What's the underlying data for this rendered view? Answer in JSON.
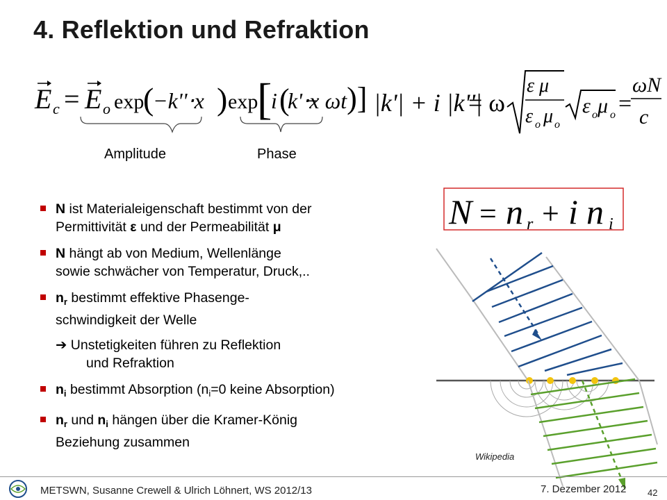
{
  "slide": {
    "title": "4. Reflektion und Refraktion"
  },
  "equations": {
    "field_lhs_E": "E",
    "field_lhs_sub": "c",
    "field_eq": "=",
    "field_E0": "E",
    "field_E0_sub": "o",
    "exp1": "exp",
    "exp1_arg": "−k''⋅x",
    "exp2": "exp",
    "exp2_arg_i": "i",
    "exp2_arg_k": "k'⋅x",
    "exp2_arg_rest": "− ωt",
    "label_amplitude": "Amplitude",
    "label_phase": "Phase",
    "disp_lhs": "|k'| + i |k''|",
    "disp_eq1": "= ω",
    "disp_frac_num": "ε μ",
    "disp_frac_den_eps": "ε",
    "disp_frac_den_mu": "μ",
    "disp_sub_o": "o",
    "disp_sqrt2": "ε",
    "disp_sqrt2_mu": "μ",
    "disp_eq2": "=",
    "disp_rhs_num": "ωN",
    "disp_rhs_den": "c",
    "boxed_N": "N",
    "boxed_eq": "=",
    "boxed_n": "n",
    "boxed_r": "r",
    "boxed_plus": "+",
    "boxed_i": "i",
    "boxed_n2": "n",
    "boxed_i_sub": "i"
  },
  "bullets": {
    "b1_bold": "N",
    "b1_text_a": " ist Materialeigenschaft bestimmt von der",
    "b1_text_b": "Permittivität ",
    "b1_eps": "ε",
    "b1_text_c": " und der Permeabilität ",
    "b1_mu": "μ",
    "b2_bold": "N",
    "b2_text_a": " hängt ab von Medium, Wellenlänge",
    "b2_text_b": "sowie schwächer von Temperatur, Druck,..",
    "b3_bold": "n",
    "b3_sub": "r",
    "b3_text_a": " bestimmt effektive Phasenge-",
    "b3_text_b": "schwindigkeit der Welle",
    "arrow_glyph": "➔",
    "arrow_text_a": "  Unstetigkeiten führen zu Reflektion",
    "arrow_text_b": "und Refraktion",
    "b4_bold": "n",
    "b4_sub": "i",
    "b4_text_a": " bestimmt Absorption (n",
    "b4_text_sub": "i",
    "b4_text_b": "=0 keine Absorption)",
    "b5_bold1": "n",
    "b5_sub1": "r",
    "b5_mid": "  und ",
    "b5_bold2": "n",
    "b5_sub2": "i",
    "b5_text_a": " hängen über die Kramer-König",
    "b5_text_b": "Beziehung zusammen"
  },
  "figure": {
    "credit": "Wikipedia",
    "colors": {
      "incident": "#1f4e8c",
      "refracted": "#5aa02c",
      "huygens": "#f2c40f",
      "interface": "#555555"
    }
  },
  "footer": {
    "text": "METSWN, Susanne Crewell & Ulrich Löhnert,  WS 2012/13",
    "date": "7. Dezember  2012",
    "page": "42"
  }
}
